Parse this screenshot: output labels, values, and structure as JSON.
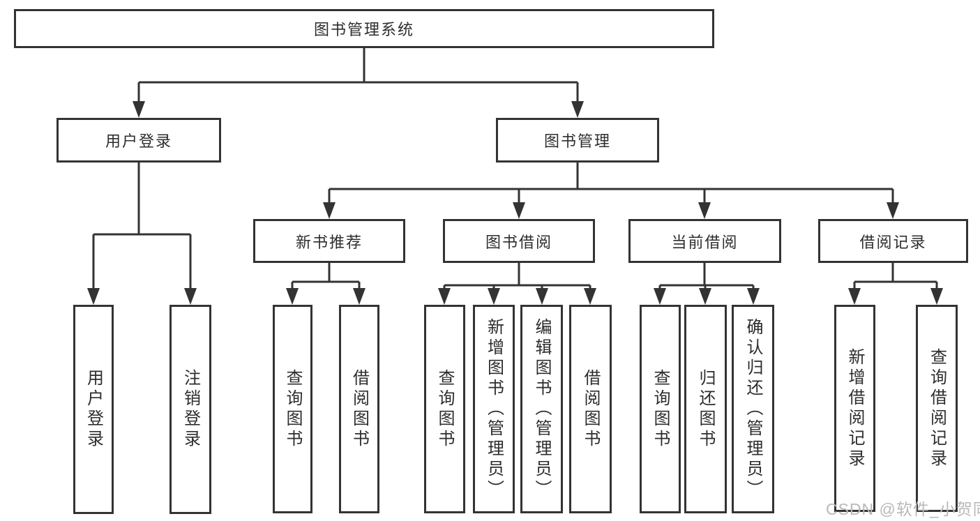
{
  "diagram": {
    "type": "hierarchy-tree",
    "root": {
      "label": "图书管理系统"
    },
    "branches": [
      {
        "label": "用户登录",
        "children": [
          {
            "label": "用户登录"
          },
          {
            "label": "注销登录"
          }
        ]
      },
      {
        "label": "图书管理",
        "children": [
          {
            "label": "新书推荐",
            "children": [
              {
                "label": "查询图书"
              },
              {
                "label": "借阅图书"
              }
            ]
          },
          {
            "label": "图书借阅",
            "children": [
              {
                "label": "查询图书"
              },
              {
                "label": "新增图书（管理员）"
              },
              {
                "label": "编辑图书（管理员）"
              },
              {
                "label": "借阅图书"
              }
            ]
          },
          {
            "label": "当前借阅",
            "children": [
              {
                "label": "查询图书"
              },
              {
                "label": "归还图书"
              },
              {
                "label": "确认归还（管理员）"
              }
            ]
          },
          {
            "label": "借阅记录",
            "children": [
              {
                "label": "新增借阅记录"
              },
              {
                "label": "查询借阅记录"
              }
            ]
          }
        ]
      }
    ]
  },
  "watermark": {
    "text": "CSDN @软件_小贺同学"
  },
  "colors": {
    "line": "#333333",
    "box_border": "#333333",
    "text": "#2d2d2d",
    "background": "#ffffff",
    "watermark": "#b9b9b9"
  }
}
